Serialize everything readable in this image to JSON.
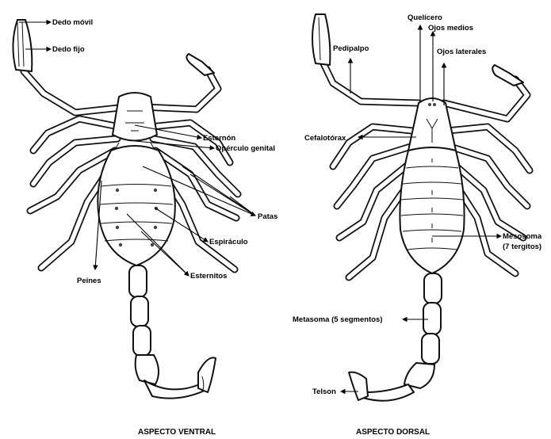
{
  "ventral": {
    "caption": "ASPECTO VENTRAL",
    "labels": {
      "dedo_movil": "Dedo móvil",
      "dedo_fijo": "Dedo fijo",
      "esternon": "Esternón",
      "operculo": "Opérculo genital",
      "patas": "Patas",
      "espiraculo": "Espiráculo",
      "peines": "Peines",
      "esternitos": "Esternitos"
    }
  },
  "dorsal": {
    "caption": "ASPECTO DORSAL",
    "labels": {
      "quelicero": "Quelícero",
      "ojos_medios": "Ojos medios",
      "pedipalpo": "Pedipalpo",
      "ojos_laterales": "Ojos laterales",
      "cefalotorax": "Cefalotórax",
      "mesosoma_1": "Mesosoma",
      "mesosoma_2": "(7 tergitos)",
      "metasoma": "Metasoma (5 segmentos)",
      "telson": "Telson"
    }
  }
}
